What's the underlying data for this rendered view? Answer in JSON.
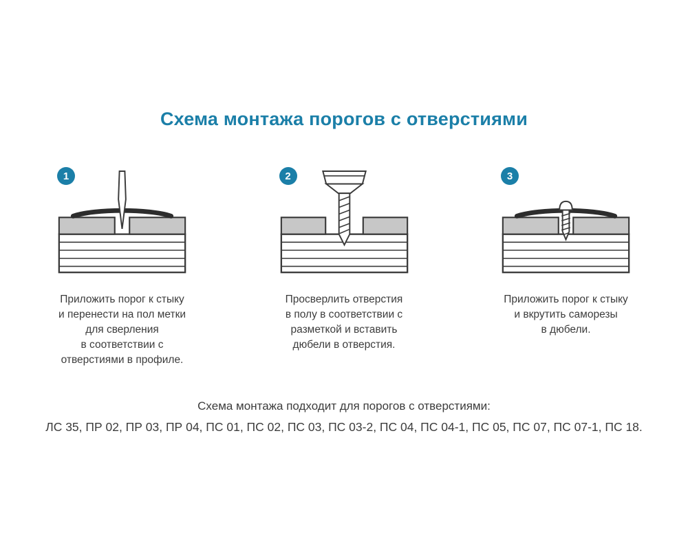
{
  "colors": {
    "accent": "#1b7fa8",
    "text": "#3c3c3c",
    "drawing_stroke": "#3a3a3a",
    "covering_gray": "#c7c7c7",
    "threshold_dark": "#2d2d2d"
  },
  "title": "Схема монтажа порогов с отверстиями",
  "steps": [
    {
      "number": "1",
      "icon": "awl-marking-illustration",
      "caption": "Приложить порог к стыку\nи перенести на пол метки\nдля сверления\nв соответствии с\nотверстиями в профиле."
    },
    {
      "number": "2",
      "icon": "drill-bit-illustration",
      "caption": "Просверлить отверстия\nв полу в соответствии с\nразметкой и вставить\nдюбели в отверстия."
    },
    {
      "number": "3",
      "icon": "screw-into-dowel-illustration",
      "caption": "Приложить порог к стыку\nи вкрутить саморезы\nв дюбели."
    }
  ],
  "footer": {
    "line1": "Схема монтажа подходит для порогов с отверстиями:",
    "line2": "ЛС 35, ПР 02, ПР 03, ПР 04, ПС 01, ПС 02, ПС 03, ПС 03-2, ПС 04, ПС 04-1, ПС 05, ПС 07, ПС 07-1, ПС 18."
  }
}
